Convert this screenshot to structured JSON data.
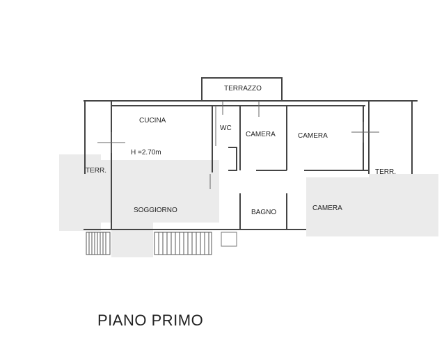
{
  "plan": {
    "title": "PIANO PRIMO",
    "rooms": {
      "terrazzo": "TERRAZZO",
      "cucina": "CUCINA",
      "height": "H =2.70m",
      "wc": "WC",
      "camera_1": "CAMERA",
      "camera_2": "CAMERA",
      "terr_left": "TERR.",
      "terr_right": "TERR.",
      "soggiorno": "SOGGIORNO",
      "bagno": "BAGNO",
      "camera_3": "CAMERA"
    }
  }
}
